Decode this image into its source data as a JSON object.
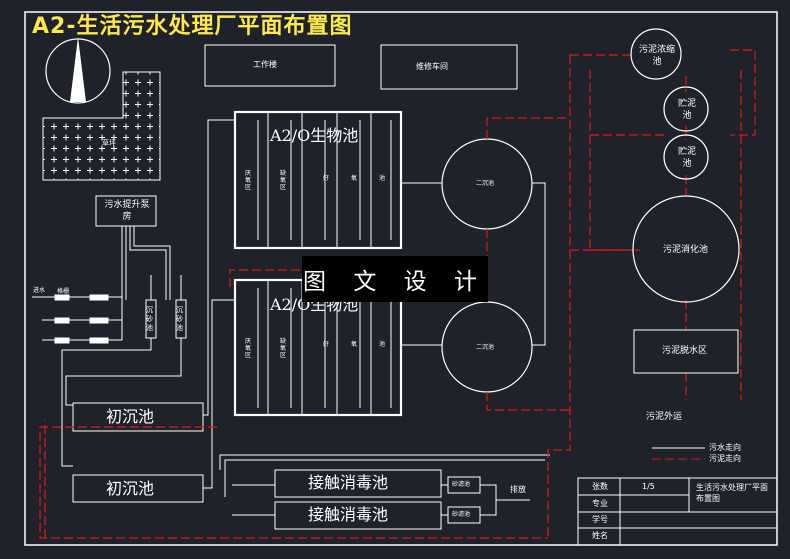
{
  "title": "A2-生活污水处理厂平面布置图",
  "banner": "图 文 设 计",
  "buildings": {
    "office": "工作楼",
    "repair": "维修车间",
    "pump_house": "污水提升泵房",
    "bio_tank_1": "A2/O生物池",
    "bio_tank_2": "A2/O生物池",
    "primary_1": "初沉池",
    "primary_2": "初沉池",
    "contact_1": "接触消毒池",
    "contact_2": "接触消毒池",
    "secondary_1": "二沉池",
    "secondary_2": "二沉池",
    "thickener": "污泥浓缩池",
    "sludge_tank_1": "贮泥池",
    "sludge_tank_2": "贮泥池",
    "digester": "污泥消化池",
    "dewatering": "污泥脱水区",
    "sand_1": "砂滤池",
    "sand_2": "砂滤池",
    "grit_1": "沉砂池",
    "grit_2": "沉砂池",
    "lawn": "草坪"
  },
  "tank_zones": [
    "厌氧区",
    "缺氧区",
    "好",
    "氧",
    "池"
  ],
  "labels": {
    "inflow": "进水",
    "screen": "格栅",
    "discharge": "排放",
    "sludge_out": "污泥外运"
  },
  "legend": {
    "water": "污水走向",
    "sludge": "污泥走向"
  },
  "title_block": {
    "sheets_label": "张数",
    "sheets_value": "1/5",
    "drawing_name": "生活污水处理厂平面布置图",
    "major_label": "专业",
    "student_id_label": "学号",
    "name_label": "姓名"
  },
  "colors": {
    "background": "#1f222a",
    "line": "#ffffff",
    "sludge": "#e01818",
    "title": "#ffe84a",
    "banner_bg": "#000000"
  }
}
